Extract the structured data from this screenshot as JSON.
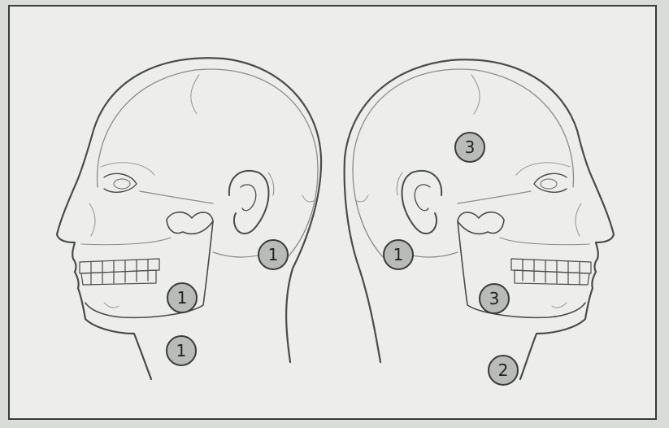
{
  "markers": [
    {
      "label": "1",
      "side": "left",
      "region": "behind-ear"
    },
    {
      "label": "1",
      "side": "left",
      "region": "jaw"
    },
    {
      "label": "1",
      "side": "left",
      "region": "neck"
    },
    {
      "label": "3",
      "side": "right",
      "region": "temple"
    },
    {
      "label": "1",
      "side": "right",
      "region": "behind-ear"
    },
    {
      "label": "3",
      "side": "right",
      "region": "jaw"
    },
    {
      "label": "2",
      "side": "right",
      "region": "neck"
    }
  ]
}
